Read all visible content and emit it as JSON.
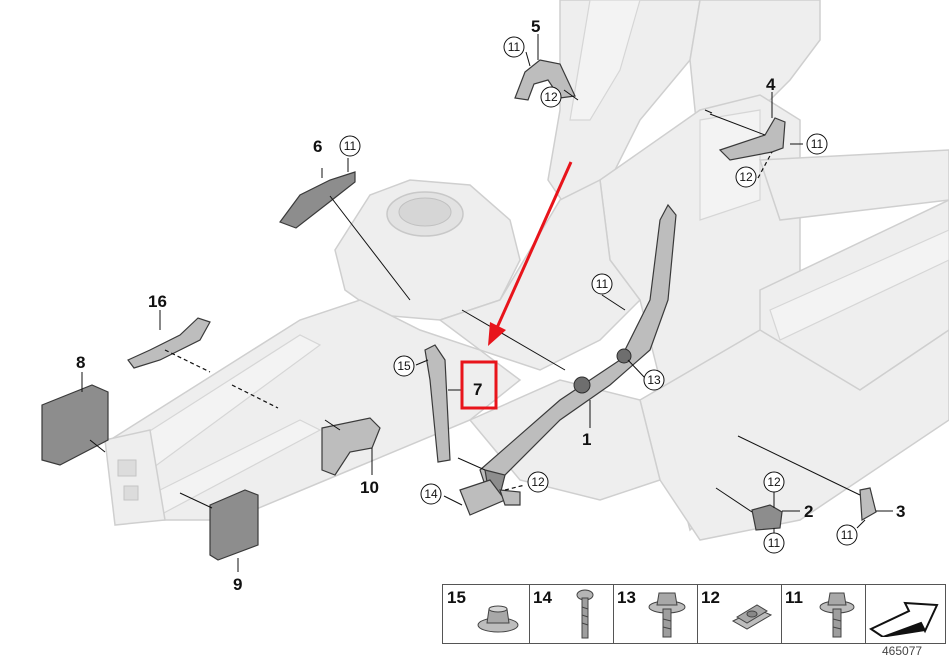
{
  "callouts": {
    "c1": "1",
    "c2": "2",
    "c3": "3",
    "c4": "4",
    "c5": "5",
    "c6": "6",
    "c7": "7",
    "c8": "8",
    "c9": "9",
    "c10": "10",
    "c16": "16",
    "r11": "11",
    "r12": "12",
    "r13": "13",
    "r14": "14",
    "r15": "15"
  },
  "legend": {
    "items": [
      {
        "label": "15",
        "icon": "nut-icon"
      },
      {
        "label": "14",
        "icon": "screw-icon"
      },
      {
        "label": "13",
        "icon": "hex-bolt-icon"
      },
      {
        "label": "12",
        "icon": "clip-nut-icon"
      },
      {
        "label": "11",
        "icon": "hex-bolt-washer-icon"
      }
    ],
    "last_icon": "direction-arrow-icon"
  },
  "document_number": "465077",
  "colors": {
    "highlight": "#e8141b",
    "body": "#eeeeee",
    "bracket": "#8d8d8d"
  }
}
